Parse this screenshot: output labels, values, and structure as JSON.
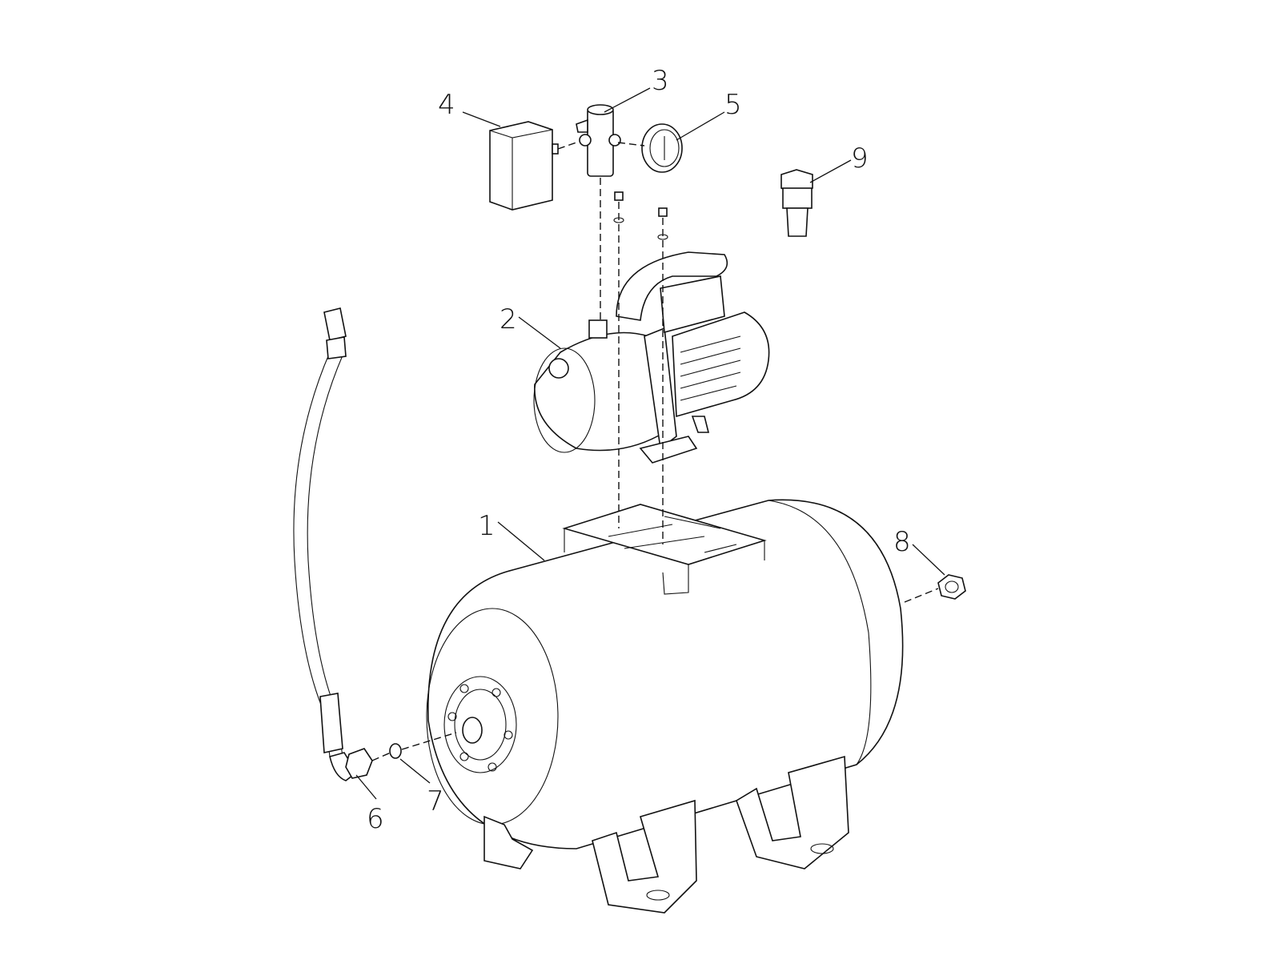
{
  "diagram": {
    "type": "exploded parts view",
    "callouts": [
      {
        "number": "1"
      },
      {
        "number": "2"
      },
      {
        "number": "3"
      },
      {
        "number": "4"
      },
      {
        "number": "5"
      },
      {
        "number": "6"
      },
      {
        "number": "7"
      },
      {
        "number": "8"
      },
      {
        "number": "9"
      }
    ]
  }
}
